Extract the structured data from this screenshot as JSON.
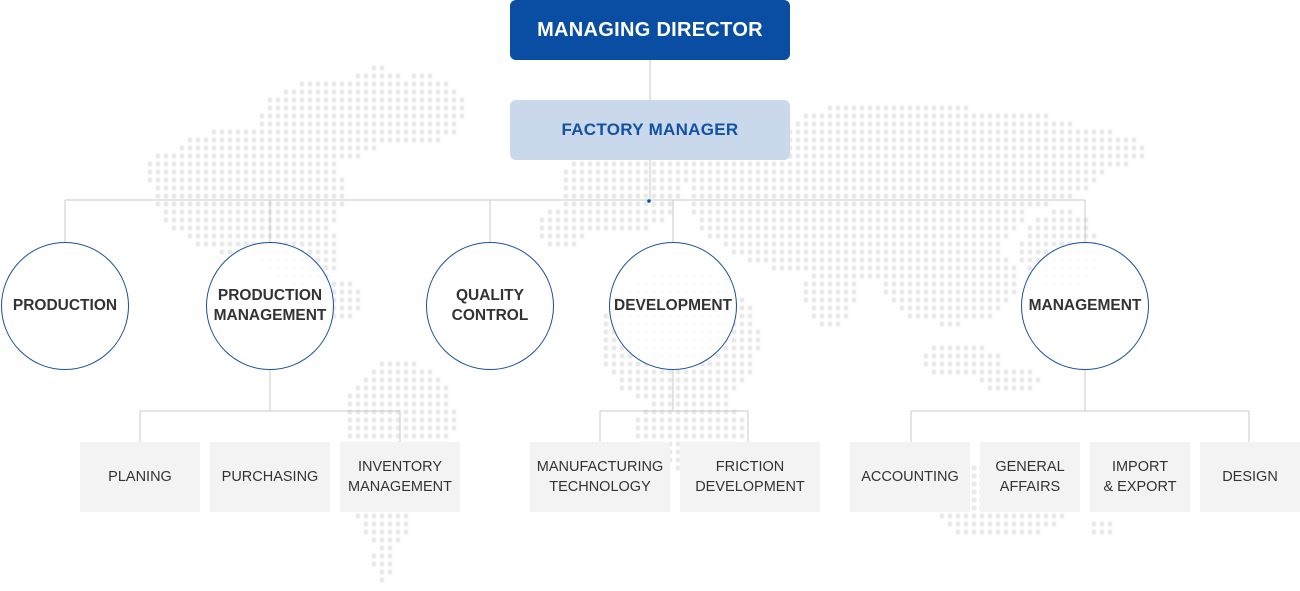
{
  "managing_director": "MANAGING DIRECTOR",
  "factory_manager": "FACTORY MANAGER",
  "departments": [
    {
      "id": "production",
      "label": "PRODUCTION"
    },
    {
      "id": "production-management",
      "label": "PRODUCTION\nMANAGEMENT"
    },
    {
      "id": "quality-control",
      "label": "QUALITY\nCONTROL"
    },
    {
      "id": "development",
      "label": "DEVELOPMENT"
    },
    {
      "id": "management",
      "label": "MANAGEMENT"
    }
  ],
  "production_management_units": [
    {
      "id": "planing",
      "label": "PLANING"
    },
    {
      "id": "purchasing",
      "label": "PURCHASING"
    },
    {
      "id": "inventory-management",
      "label": "INVENTORY\nMANAGEMENT"
    }
  ],
  "development_units": [
    {
      "id": "manufacturing-technology",
      "label": "MANUFACTURING\nTECHNOLOGY"
    },
    {
      "id": "friction-development",
      "label": "FRICTION\nDEVELOPMENT"
    }
  ],
  "management_units": [
    {
      "id": "accounting",
      "label": "ACCOUNTING"
    },
    {
      "id": "general-affairs",
      "label": "GENERAL\nAFFAIRS"
    },
    {
      "id": "import-export",
      "label": "IMPORT\n& EXPORT"
    },
    {
      "id": "design",
      "label": "DESIGN"
    }
  ],
  "colors": {
    "primary": "#0a4ea3",
    "secondary_bg": "#c9d8ea",
    "secondary_text": "#1352a3",
    "circle_border": "#1a4fa0",
    "line": "#c8c8c8",
    "box_bg": "#f3f3f3",
    "map_dot": "#e9e9e9"
  }
}
